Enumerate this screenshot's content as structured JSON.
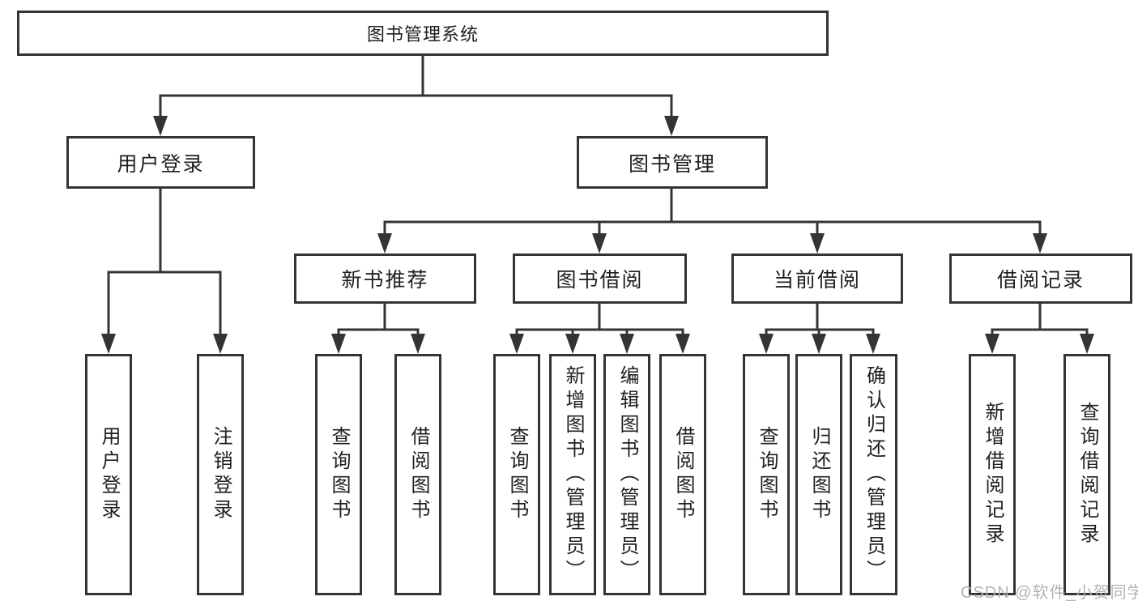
{
  "colors": {
    "line": "#343434",
    "text": "#1f1f1f",
    "background": "#ffffff",
    "watermark": "#b3b3b6"
  },
  "watermark": {
    "text": "CSDN @软件_小贺同学"
  },
  "tree": {
    "label": "图书管理系统",
    "children": [
      {
        "label": "用户登录",
        "children": [
          {
            "label": "用户登录"
          },
          {
            "label": "注销登录"
          }
        ]
      },
      {
        "label": "图书管理",
        "children": [
          {
            "label": "新书推荐",
            "children": [
              {
                "label": "查询图书"
              },
              {
                "label": "借阅图书"
              }
            ]
          },
          {
            "label": "图书借阅",
            "children": [
              {
                "label": "查询图书"
              },
              {
                "label": "新增图书（管理员）"
              },
              {
                "label": "编辑图书（管理员）"
              },
              {
                "label": "借阅图书"
              }
            ]
          },
          {
            "label": "当前借阅",
            "children": [
              {
                "label": "查询图书"
              },
              {
                "label": "归还图书"
              },
              {
                "label": "确认归还（管理员）"
              }
            ]
          },
          {
            "label": "借阅记录",
            "children": [
              {
                "label": "新增借阅记录"
              },
              {
                "label": "查询借阅记录"
              }
            ]
          }
        ]
      }
    ]
  }
}
